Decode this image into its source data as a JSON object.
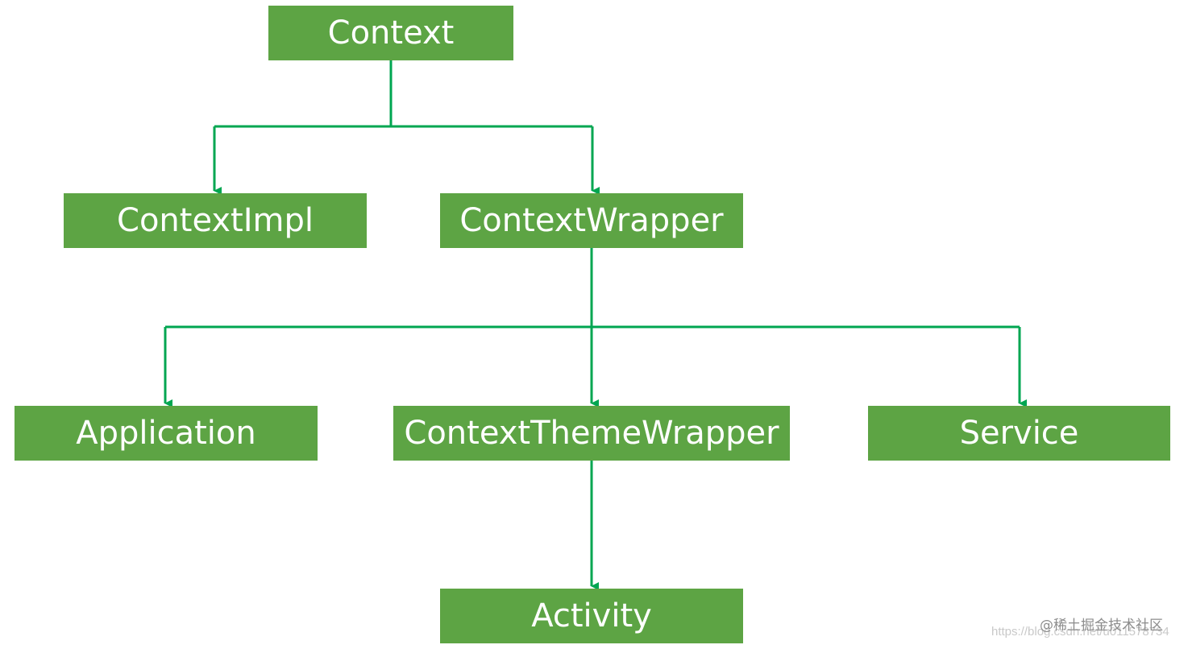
{
  "colors": {
    "node_fill": "#5da444",
    "node_text": "#ffffff",
    "connector": "#00a651"
  },
  "nodes": {
    "context": "Context",
    "context_impl": "ContextImpl",
    "context_wrapper": "ContextWrapper",
    "application": "Application",
    "context_theme_wrapper": "ContextThemeWrapper",
    "service": "Service",
    "activity": "Activity"
  },
  "edges": [
    {
      "from": "Context",
      "to": "ContextImpl"
    },
    {
      "from": "Context",
      "to": "ContextWrapper"
    },
    {
      "from": "ContextWrapper",
      "to": "Application"
    },
    {
      "from": "ContextWrapper",
      "to": "ContextThemeWrapper"
    },
    {
      "from": "ContextWrapper",
      "to": "Service"
    },
    {
      "from": "ContextThemeWrapper",
      "to": "Activity"
    }
  ],
  "watermark": {
    "url": "https://blog.csdn.net/u011578734",
    "brand": "@稀土掘金技术社区"
  }
}
